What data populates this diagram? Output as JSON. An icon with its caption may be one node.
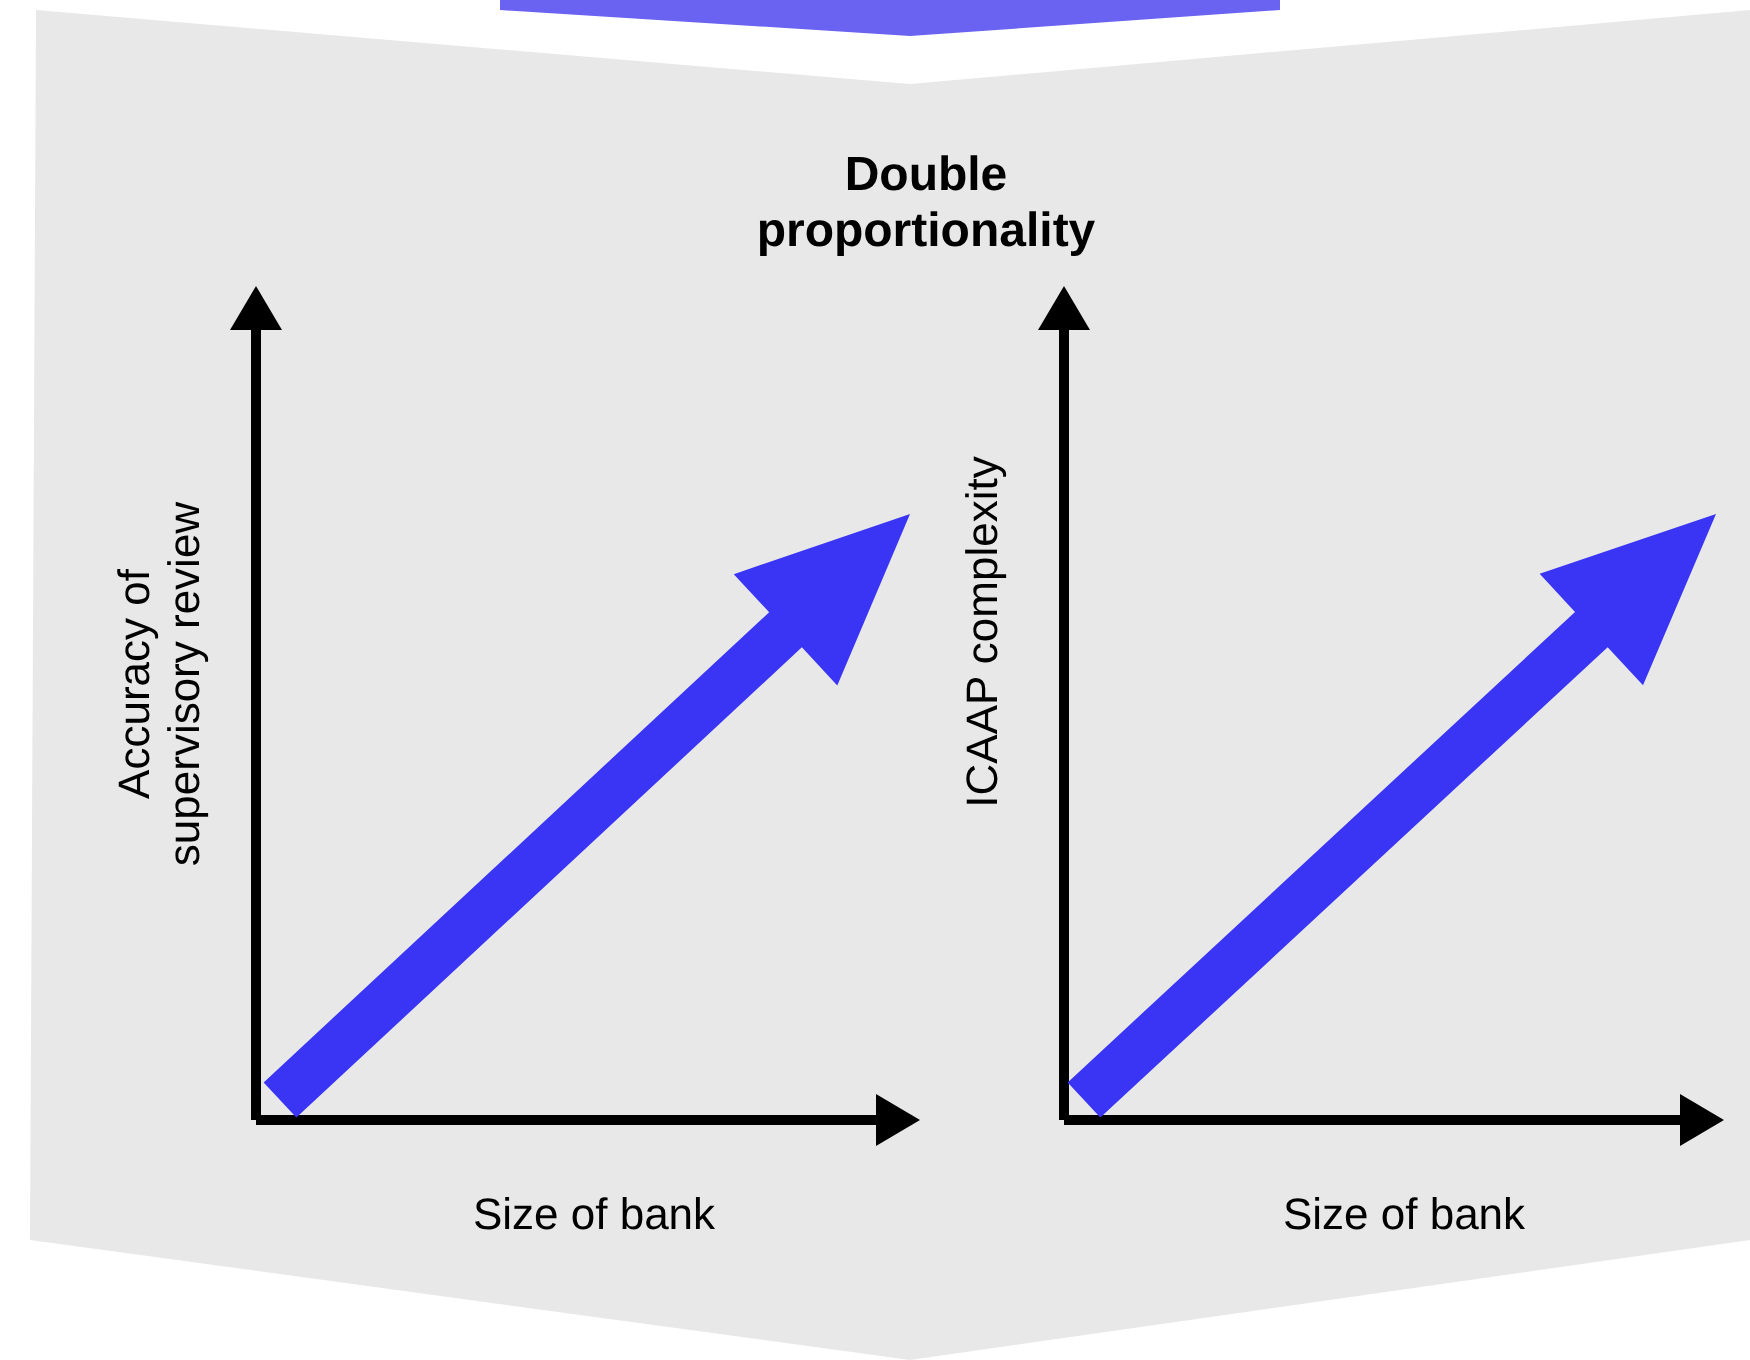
{
  "diagram": {
    "title": "Double proportionality",
    "labels": [
      "Accuracy of supervisory review",
      "Size of bank",
      "ICAAP complexity",
      "Size of bank"
    ]
  }
}
